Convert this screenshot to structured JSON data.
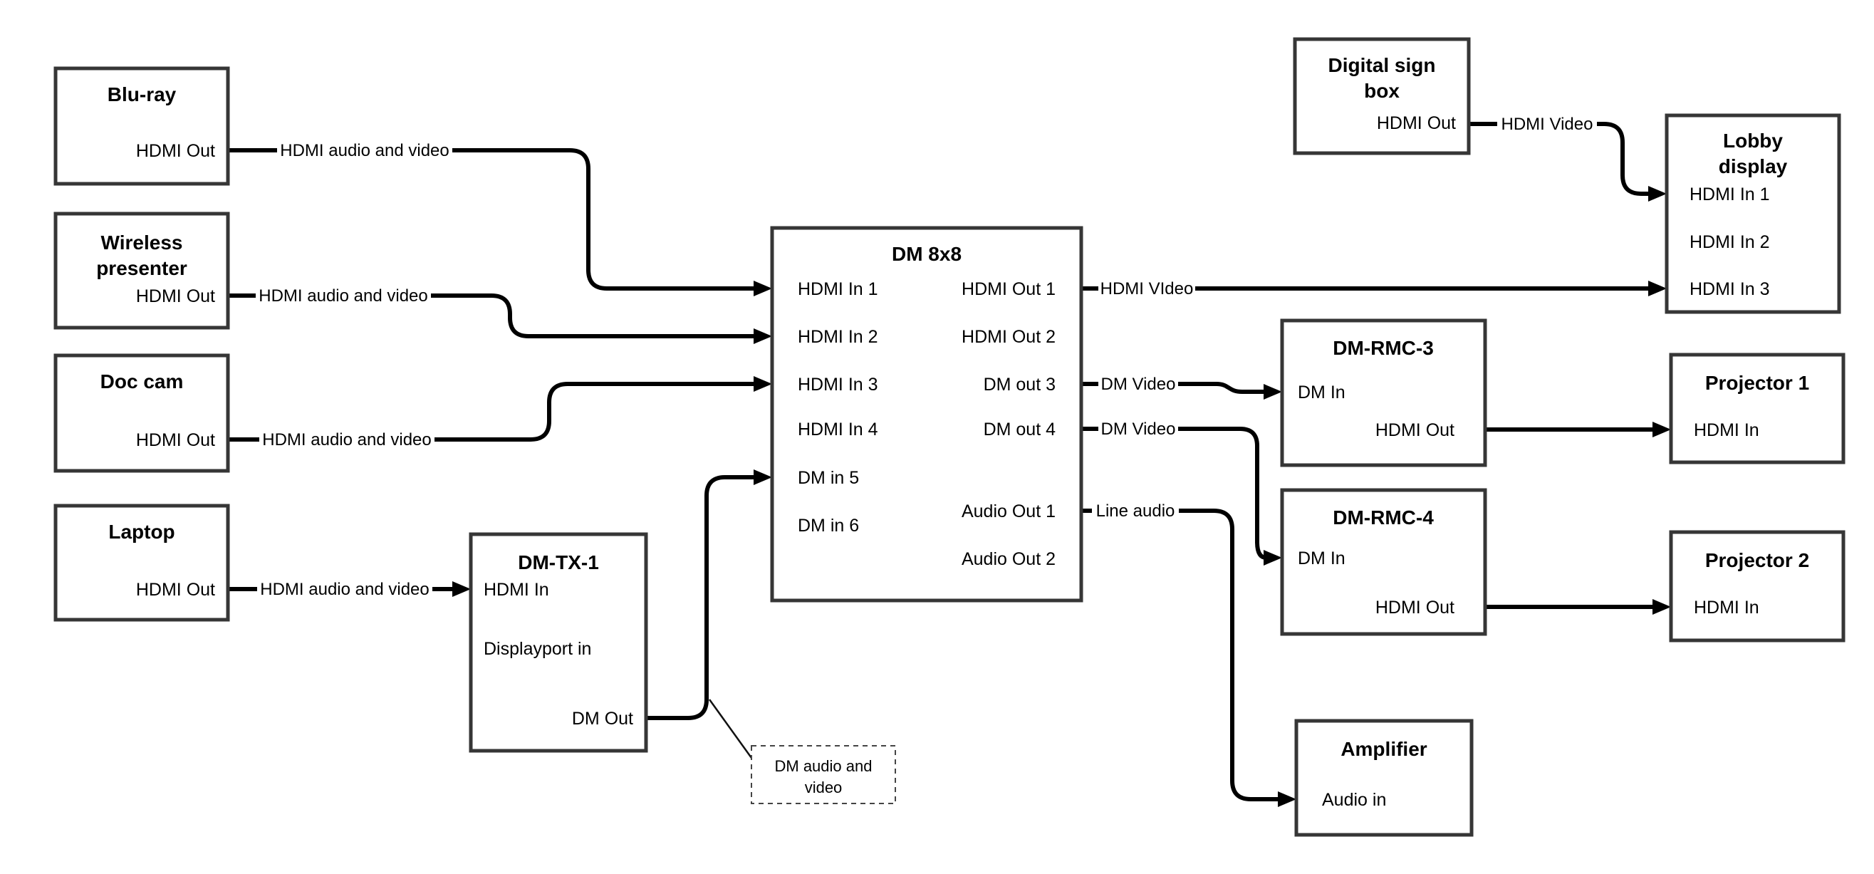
{
  "colors": {
    "background": "#ffffff",
    "wire": "#000000",
    "box_border": "#363636",
    "text": "#000000"
  },
  "nodes": {
    "bluray": {
      "title": "Blu-ray",
      "ports": {
        "hdmi_out": "HDMI Out"
      }
    },
    "wireless": {
      "title_line1": "Wireless",
      "title_line2": "presenter",
      "ports": {
        "hdmi_out": "HDMI Out"
      }
    },
    "doc_cam": {
      "title": "Doc cam",
      "ports": {
        "hdmi_out": "HDMI Out"
      }
    },
    "laptop": {
      "title": "Laptop",
      "ports": {
        "hdmi_out": "HDMI Out"
      }
    },
    "dm_tx_1": {
      "title": "DM-TX-1",
      "ports": {
        "hdmi_in": "HDMI In",
        "displayport_in": "Displayport in",
        "dm_out": "DM Out"
      }
    },
    "dm_8x8": {
      "title": "DM 8x8",
      "ports": {
        "in1": "HDMI In 1",
        "in2": "HDMI In 2",
        "in3": "HDMI In 3",
        "in4": "HDMI In 4",
        "in5": "DM in 5",
        "in6": "DM in 6",
        "out1": "HDMI Out 1",
        "out2": "HDMI Out 2",
        "out3": "DM out 3",
        "out4": "DM out 4",
        "audio1": "Audio Out 1",
        "audio2": "Audio Out 2"
      }
    },
    "digital_sign": {
      "title_line1": "Digital sign",
      "title_line2": "box",
      "ports": {
        "hdmi_out": "HDMI Out"
      }
    },
    "lobby_display": {
      "title_line1": "Lobby",
      "title_line2": "display",
      "ports": {
        "in1": "HDMI In 1",
        "in2": "HDMI In 2",
        "in3": "HDMI In 3"
      }
    },
    "dm_rmc_3": {
      "title": "DM-RMC-3",
      "ports": {
        "dm_in": "DM In",
        "hdmi_out": "HDMI Out"
      }
    },
    "projector_1": {
      "title": "Projector 1",
      "ports": {
        "hdmi_in": "HDMI In"
      }
    },
    "dm_rmc_4": {
      "title": "DM-RMC-4",
      "ports": {
        "dm_in": "DM In",
        "hdmi_out": "HDMI Out"
      }
    },
    "projector_2": {
      "title": "Projector 2",
      "ports": {
        "hdmi_in": "HDMI In"
      }
    },
    "amplifier": {
      "title": "Amplifier",
      "ports": {
        "audio_in": "Audio in"
      }
    }
  },
  "wire_labels": {
    "bluray_to_dm8x8": "HDMI audio and video",
    "wireless_to_dm8x8": "HDMI audio and video",
    "doccam_to_dm8x8": "HDMI audio and video",
    "laptop_to_dmtx1": "HDMI audio and video",
    "hdmiout1_to_lobby": "HDMI VIdeo",
    "dmout3_to_rmc3": "DM Video",
    "dmout4_to_rmc4": "DM Video",
    "audioout1_to_amp": "Line audio",
    "digitalsign_to_lobby": "HDMI Video"
  },
  "annotation": {
    "line1": "DM audio and",
    "line2": "video"
  }
}
